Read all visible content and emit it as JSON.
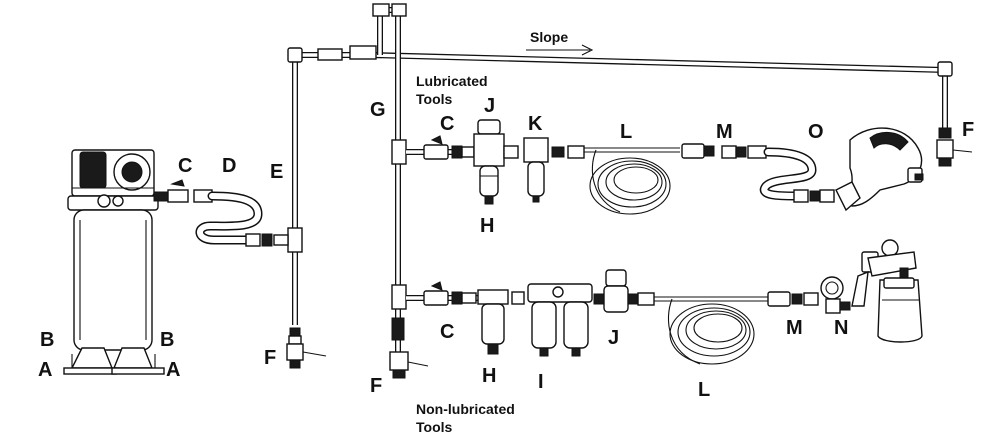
{
  "labels": {
    "A": "A",
    "B": "B",
    "C": "C",
    "D": "D",
    "E": "E",
    "F": "F",
    "G": "G",
    "H": "H",
    "I": "I",
    "J": "J",
    "K": "K",
    "L": "L",
    "M": "M",
    "N": "N",
    "O": "O"
  },
  "notes": {
    "slope": "Slope",
    "lubricated_line1": "Lubricated",
    "lubricated_line2": "Tools",
    "nonlubricated_line1": "Non-lubricated",
    "nonlubricated_line2": "Tools"
  },
  "colors": {
    "ink": "#111111",
    "paper": "#ffffff"
  }
}
